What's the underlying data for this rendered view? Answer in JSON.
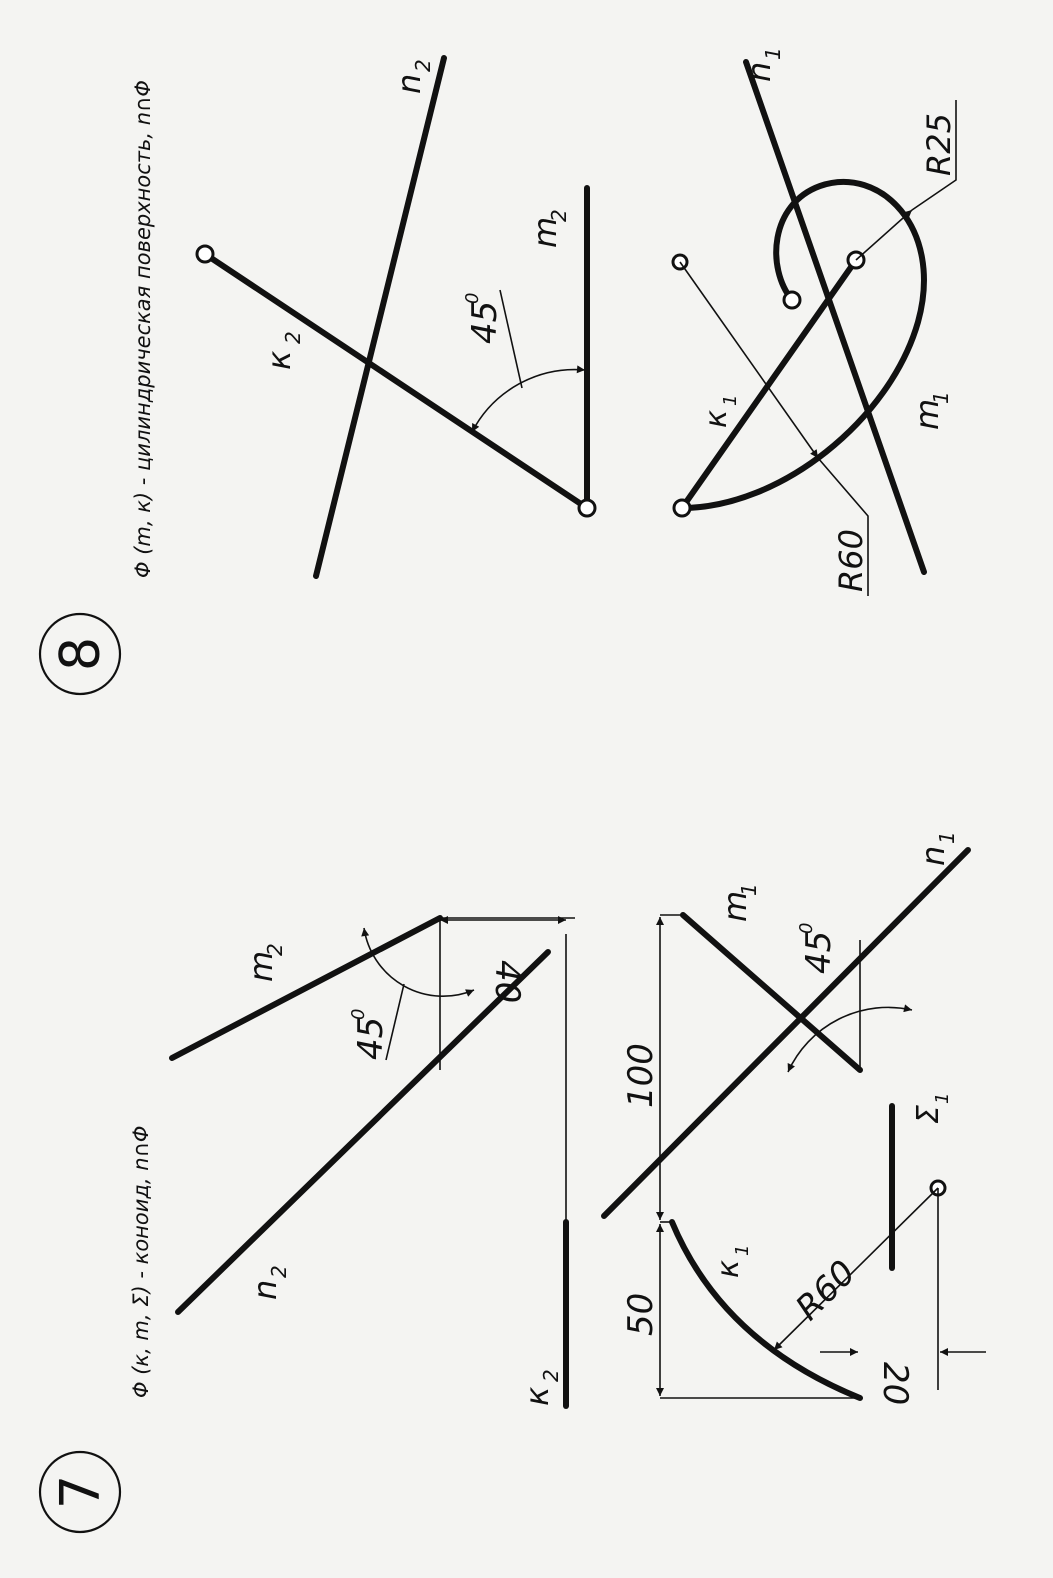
{
  "problem7": {
    "number": "7",
    "caption": "Φ (к, m, Σ) - коноид, n∩Φ",
    "labels": {
      "m": "m",
      "m_sub2": "2",
      "m_sub1": "1",
      "n": "n",
      "n_sub2": "2",
      "n_sub1": "1",
      "k": "к",
      "k_sub2": "2",
      "k_sub1": "1",
      "sigma": "Σ",
      "sigma_sub": "1"
    },
    "dimensions": {
      "angle_top": "45",
      "angle_bottom": "45",
      "degree": "0",
      "d40": "40",
      "d100": "100",
      "d50": "50",
      "d20": "20",
      "r60": "R60"
    }
  },
  "problem8": {
    "number": "8",
    "caption": "Φ (m, к) - цилиндрическая поверхность, n∩Φ",
    "labels": {
      "n": "n",
      "n_sub2": "2",
      "n_sub1": "1",
      "m": "m",
      "m_sub2": "2",
      "m_sub1": "1",
      "k": "к",
      "k_sub2": "2",
      "k_sub1": "1"
    },
    "dimensions": {
      "angle": "45",
      "degree": "0",
      "r25": "R25",
      "r60": "R60"
    }
  }
}
